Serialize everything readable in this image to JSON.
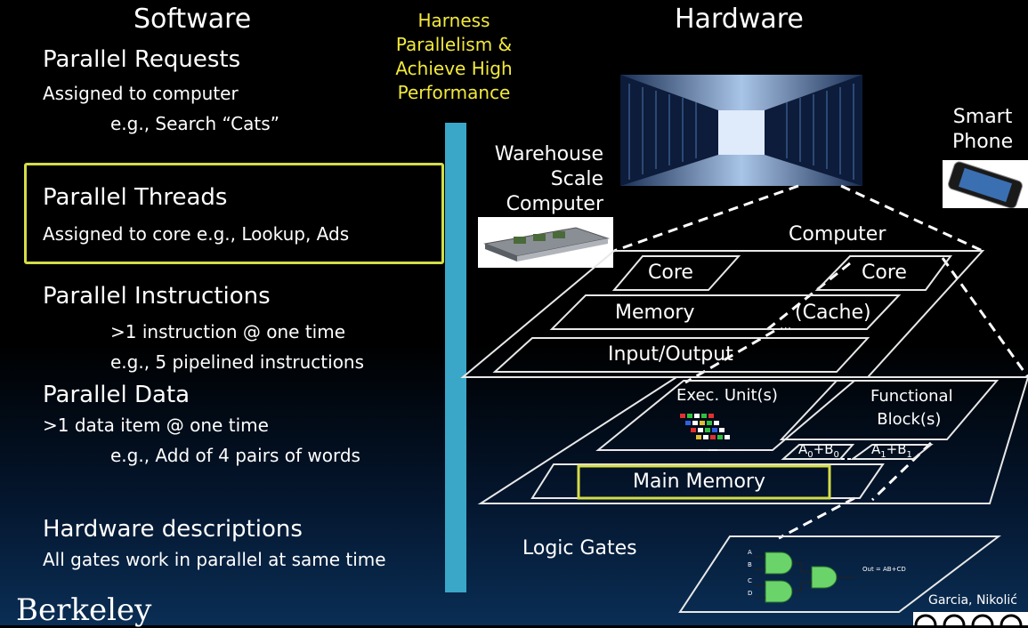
{
  "software": {
    "heading": "Software",
    "items": [
      {
        "title": "Parallel Requests",
        "lines": [
          "Assigned to computer",
          "e.g., Search “Cats”"
        ]
      },
      {
        "title": "Parallel Threads",
        "lines": [
          "Assigned to core e.g., Lookup, Ads"
        ]
      },
      {
        "title": "Parallel Instructions",
        "lines": [
          ">1 instruction @ one time",
          "e.g., 5 pipelined instructions"
        ]
      },
      {
        "title": "Parallel Data",
        "lines": [
          ">1 data item @ one time",
          "e.g., Add of 4 pairs of words"
        ]
      },
      {
        "title": "Hardware descriptions",
        "lines": [
          "All gates work in parallel at same time"
        ]
      }
    ]
  },
  "center": {
    "lines": [
      "Harness",
      "Parallelism &",
      "Achieve High",
      "Performance"
    ]
  },
  "hardware": {
    "heading": "Hardware",
    "smart_phone": [
      "Smart",
      "Phone"
    ],
    "warehouse": [
      "Warehouse",
      "Scale",
      "Computer"
    ],
    "computer_label": "Computer",
    "core_left": "Core",
    "core_right": "Core",
    "memory": "Memory",
    "cache": "(Cache)",
    "ellipsis": "...",
    "io": "Input/Output",
    "exec_units": "Exec. Unit(s)",
    "functional_block": [
      "Functional",
      "Block(s)"
    ],
    "a0b0": {
      "a": "A",
      "a_sub": "0",
      "plus": "+B",
      "b_sub": "0"
    },
    "a1b1": {
      "a": "A",
      "a_sub": "1",
      "plus": "+B",
      "b_sub": "1"
    },
    "main_memory": "Main Memory",
    "logic_gates": "Logic Gates",
    "gate_out": "Out = AB+CD",
    "gate_inputs": [
      "A",
      "B",
      "C",
      "D"
    ]
  },
  "footer": {
    "logo": "Berkeley",
    "credit": "Garcia, Nikolić"
  },
  "colors": {
    "highlight": "#d4dc48",
    "accent_text": "#f2ea3a",
    "bar": "#3aa7c8"
  }
}
